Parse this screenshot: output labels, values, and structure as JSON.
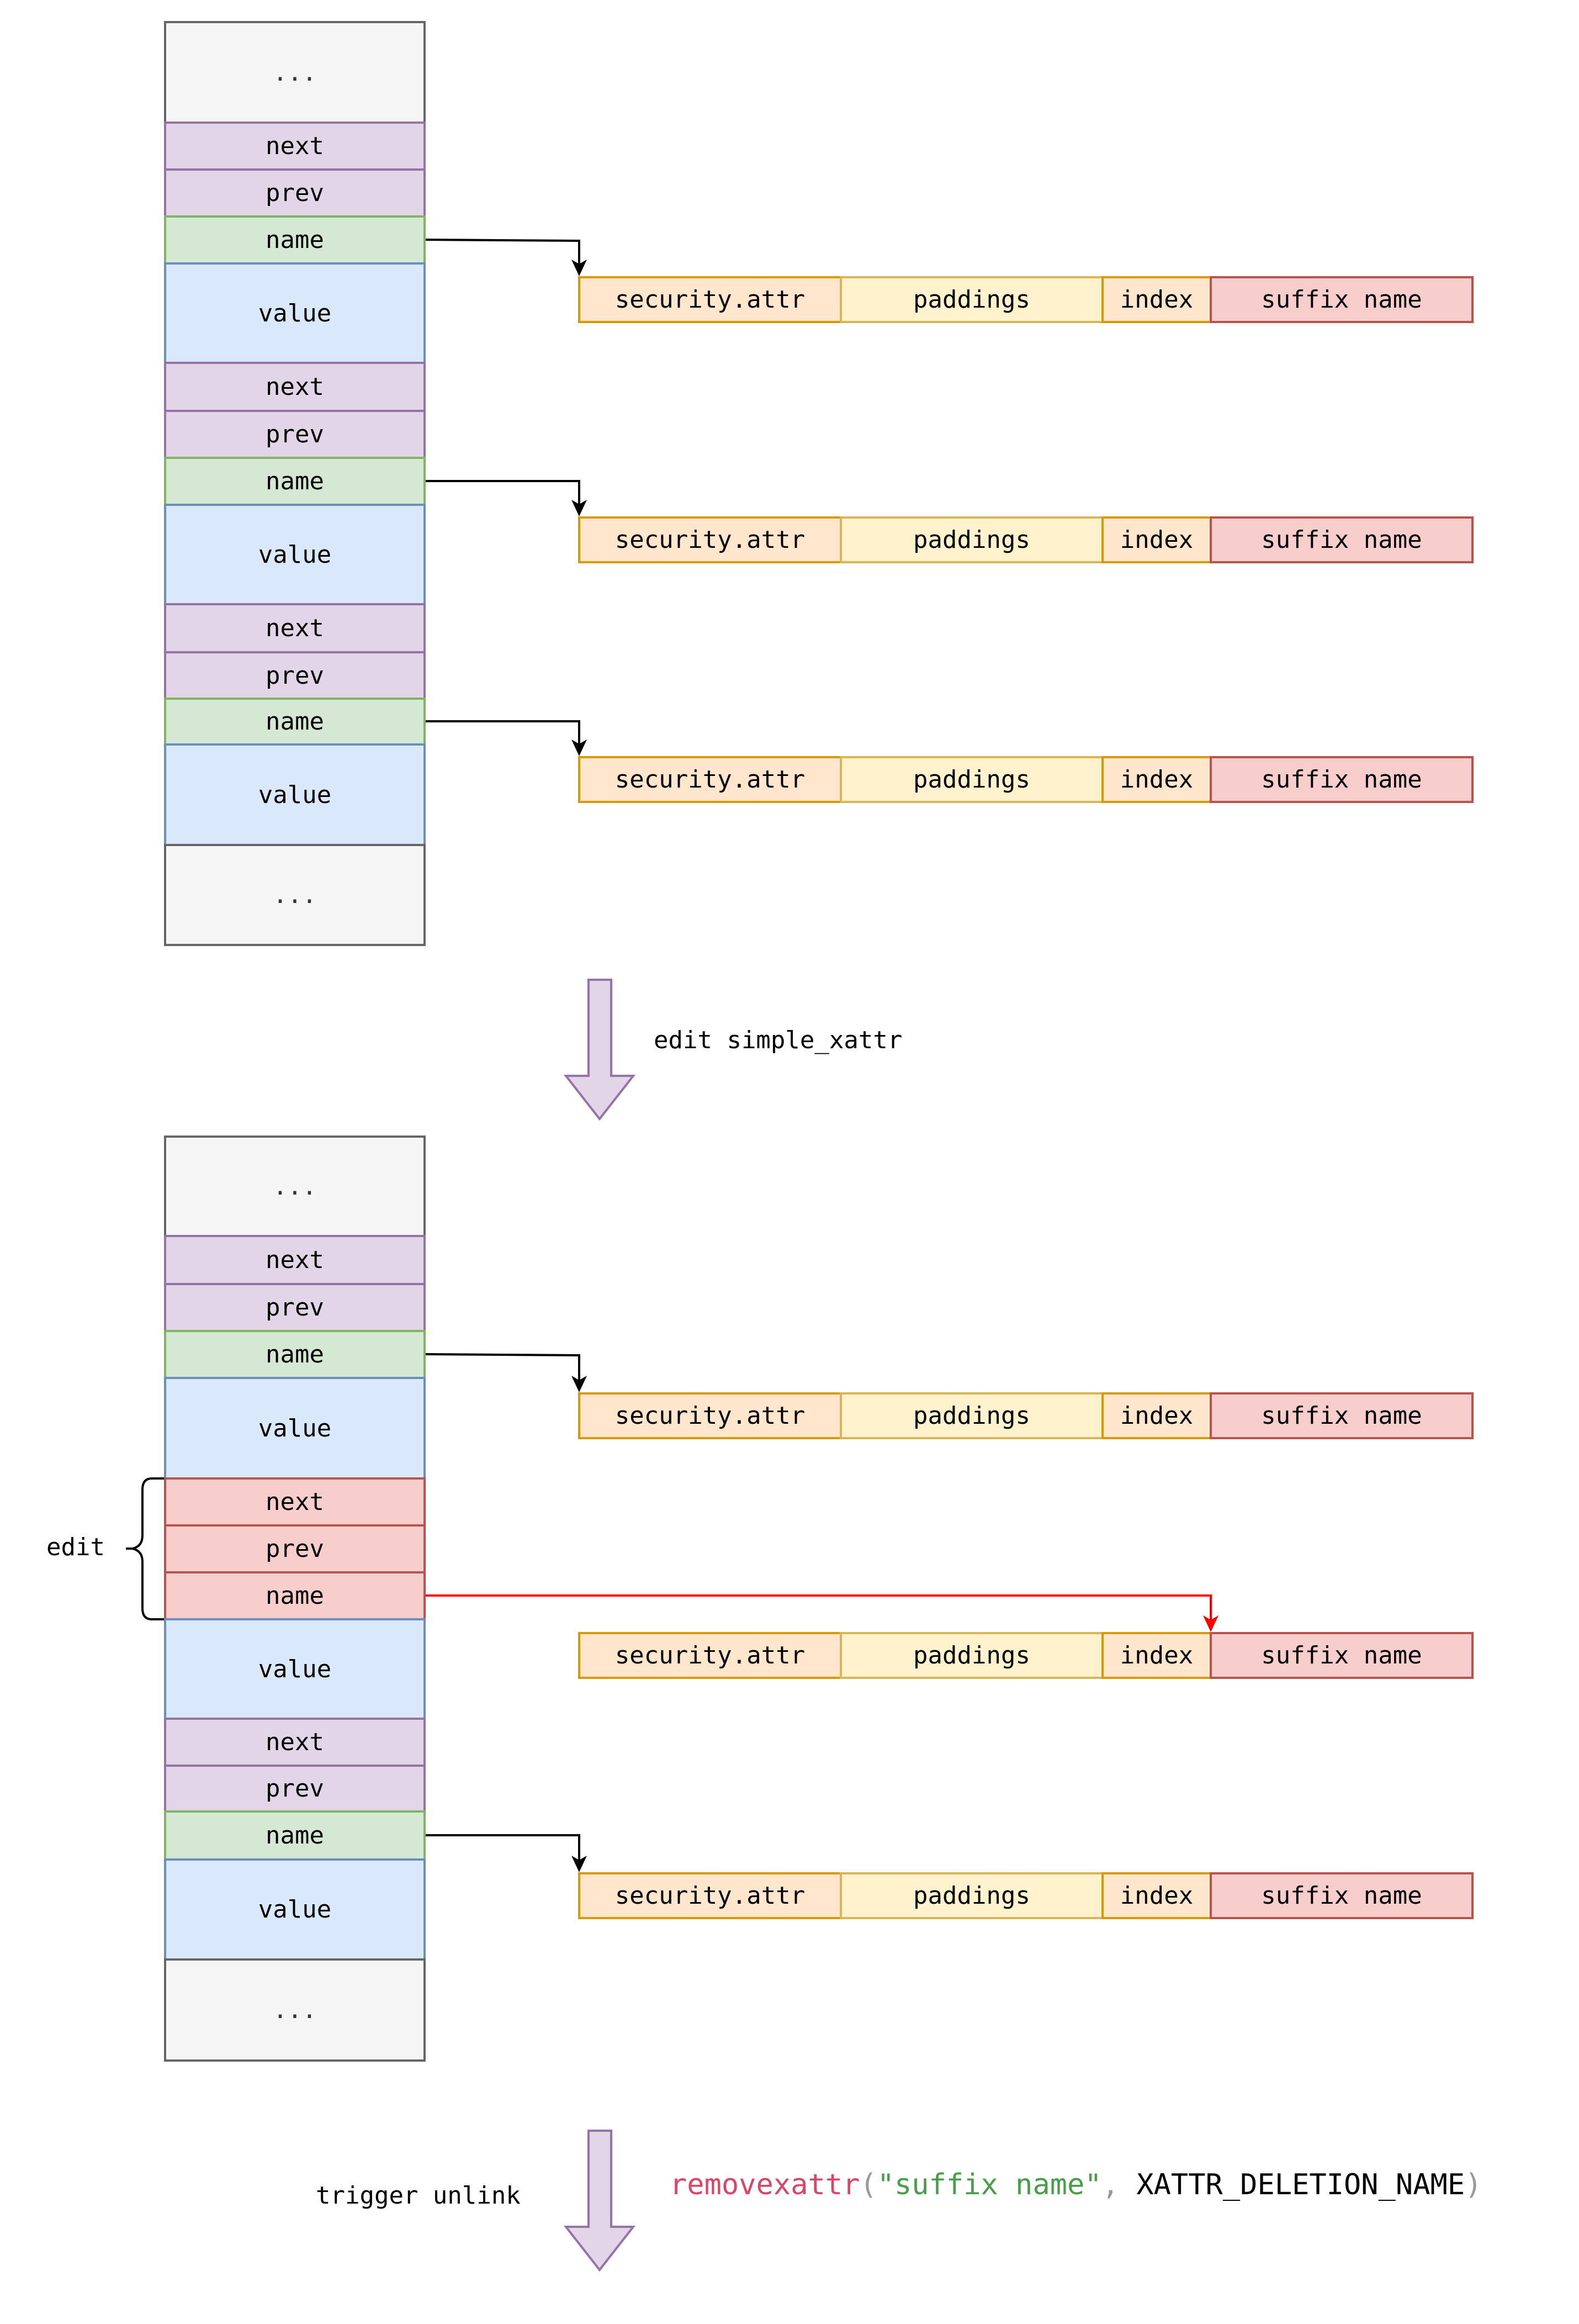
{
  "before": {
    "column": [
      "...",
      "next",
      "prev",
      "name",
      "value",
      "next",
      "prev",
      "name",
      "value",
      "next",
      "prev",
      "name",
      "value",
      "..."
    ],
    "rows": [
      [
        "security.attr",
        "paddings",
        "index",
        "suffix name"
      ],
      [
        "security.attr",
        "paddings",
        "index",
        "suffix name"
      ],
      [
        "security.attr",
        "paddings",
        "index",
        "suffix name"
      ]
    ]
  },
  "step1_label": "edit simple_xattr",
  "after": {
    "column": [
      "...",
      "next",
      "prev",
      "name",
      "value",
      "next",
      "prev",
      "name",
      "value",
      "next",
      "prev",
      "name",
      "value",
      "..."
    ],
    "edit_label": "edit",
    "rows": [
      [
        "security.attr",
        "paddings",
        "index",
        "suffix name"
      ],
      [
        "security.attr",
        "paddings",
        "index",
        "suffix name"
      ],
      [
        "security.attr",
        "paddings",
        "index",
        "suffix name"
      ]
    ]
  },
  "step2_label": "trigger unlink",
  "code": {
    "fn": "removexattr",
    "open": "(",
    "arg1": "\"suffix name\"",
    "comma": ", ",
    "arg2": "XATTR_DELETION_NAME",
    "close": ")"
  },
  "colors": {
    "arrow_normal": "#000000",
    "arrow_edited": "#ff0000",
    "fn": "#d6476a",
    "string": "#4a9e4a"
  }
}
